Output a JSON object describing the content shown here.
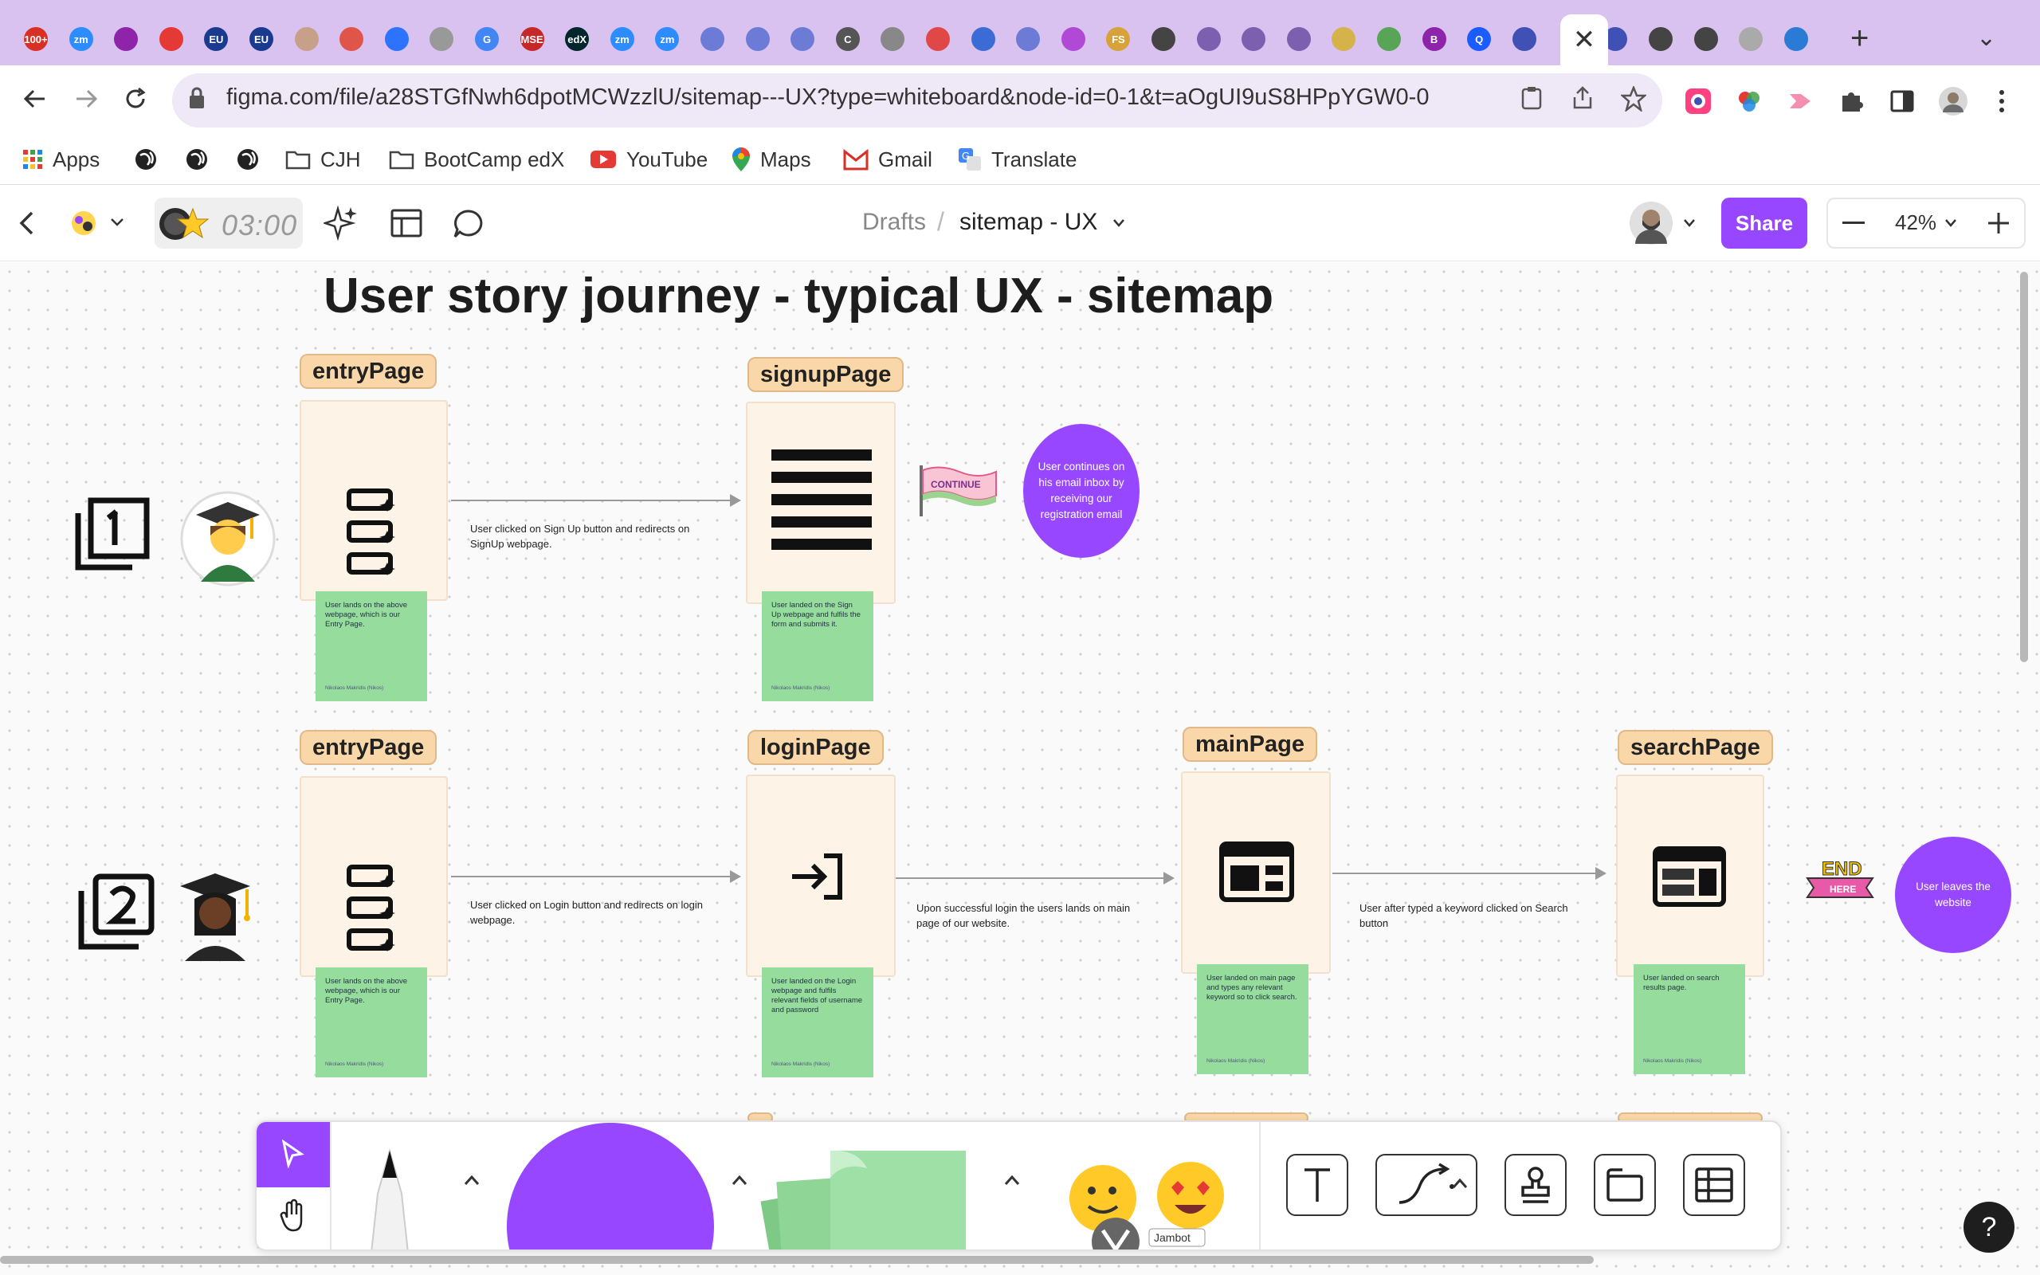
{
  "browser": {
    "active_tab_close": "✕",
    "new_tab": "+",
    "tab_search": "⌄",
    "tabs": [
      {
        "icon": "gmail-icon",
        "label": "100+",
        "color": "#d93025"
      },
      {
        "icon": "zoom-icon",
        "label": "zm",
        "color": "#2d8cff"
      },
      {
        "icon": "extension-icon",
        "label": "",
        "color": "#8e24aa"
      },
      {
        "icon": "settings-icon",
        "label": "",
        "color": "#e53935"
      },
      {
        "icon": "eu-icon",
        "label": "EU",
        "color": "#1a3a8f"
      },
      {
        "icon": "eu-icon",
        "label": "EU",
        "color": "#1a3a8f"
      },
      {
        "icon": "hands-icon",
        "label": "",
        "color": "#c7a08a"
      },
      {
        "icon": "calendar-icon",
        "label": "",
        "color": "#e0554a"
      },
      {
        "icon": "app-icon",
        "label": "",
        "color": "#2d73ff"
      },
      {
        "icon": "mail-icon",
        "label": "",
        "color": "#999999"
      },
      {
        "icon": "google-icon",
        "label": "G",
        "color": "#4285f4"
      },
      {
        "icon": "mse-icon",
        "label": "MSE",
        "color": "#c62828"
      },
      {
        "icon": "edx-icon",
        "label": "edX",
        "color": "#02262b"
      },
      {
        "icon": "zoom-icon",
        "label": "zm",
        "color": "#2d8cff"
      },
      {
        "icon": "zoom-icon",
        "label": "zm",
        "color": "#2d8cff"
      },
      {
        "icon": "chatgpt-icon",
        "label": "",
        "color": "#6c7cd6"
      },
      {
        "icon": "slack-icon",
        "label": "",
        "color": "#6c7cd6"
      },
      {
        "icon": "chatgpt-icon",
        "label": "",
        "color": "#6c7cd6"
      },
      {
        "icon": "c-icon",
        "label": "C",
        "color": "#555555"
      },
      {
        "icon": "g-icon",
        "label": "",
        "color": "#888888"
      },
      {
        "icon": "record-icon",
        "label": "",
        "color": "#e04848"
      },
      {
        "icon": "info-icon",
        "label": "",
        "color": "#3b6cd6"
      },
      {
        "icon": "chatgpt-icon",
        "label": "",
        "color": "#6c7cd6"
      },
      {
        "icon": "chatgpt-icon",
        "label": "",
        "color": "#b04ad6"
      },
      {
        "icon": "fs-icon",
        "label": "FS",
        "color": "#d8a23a"
      },
      {
        "icon": "db-icon",
        "label": "",
        "color": "#444444"
      },
      {
        "icon": "github-icon",
        "label": "",
        "color": "#7c5fae"
      },
      {
        "icon": "github-icon",
        "label": "",
        "color": "#7c5fae"
      },
      {
        "icon": "github-icon",
        "label": "",
        "color": "#7c5fae"
      },
      {
        "icon": "notes-icon",
        "label": "",
        "color": "#d6b24a"
      },
      {
        "icon": "circle-icon",
        "label": "",
        "color": "#58a558"
      },
      {
        "icon": "b-icon",
        "label": "B",
        "color": "#8e24aa"
      },
      {
        "icon": "q-icon",
        "label": "Q",
        "color": "#1a5cff"
      },
      {
        "icon": "q-icon",
        "label": "",
        "color": "#3f51b5"
      },
      {
        "icon": "q-icon",
        "label": "",
        "color": "#3f51b5"
      },
      {
        "icon": "chrome-icon",
        "label": "",
        "color": "#444444"
      },
      {
        "icon": "github-icon",
        "label": "",
        "color": "#444444"
      },
      {
        "icon": "user-icon",
        "label": "",
        "color": "#aaaaaa"
      },
      {
        "icon": "molecule-icon",
        "label": "",
        "color": "#2a7bd6"
      }
    ],
    "url": "figma.com/file/a28STGfNwh6dpotMCWzzlU/sitemap---UX?type=whiteboard&node-id=0-1&t=aOgUI9uS8HPpYGW0-0",
    "bookmarks": [
      {
        "icon": "apps-grid-icon",
        "label": "Apps"
      },
      {
        "icon": "globe-icon",
        "label": ""
      },
      {
        "icon": "globe-icon",
        "label": ""
      },
      {
        "icon": "globe-icon",
        "label": ""
      },
      {
        "icon": "folder-icon",
        "label": "CJH"
      },
      {
        "icon": "folder-icon",
        "label": "BootCamp edX"
      },
      {
        "icon": "youtube-icon",
        "label": "YouTube"
      },
      {
        "icon": "maps-icon",
        "label": "Maps"
      },
      {
        "icon": "gmail-icon",
        "label": "Gmail"
      },
      {
        "icon": "translate-icon",
        "label": "Translate"
      }
    ]
  },
  "figma": {
    "timer": "03:00",
    "breadcrumb": {
      "drafts": "Drafts",
      "separator": "/",
      "file": "sitemap - UX"
    },
    "share": "Share",
    "zoom": "42%",
    "accent": "#9747ff"
  },
  "board": {
    "title": "User story journey - typical UX - sitemap",
    "row1": {
      "pages": [
        "entryPage",
        "signupPage"
      ],
      "stickies": [
        {
          "text": "User lands on the above webpage, which is our Entry Page.",
          "author": "Nikolaos Makridis (Nikos)"
        },
        {
          "text": "User landed on the Sign Up webpage and fulfils the form and submits it.",
          "author": "Nikolaos Makridis (Nikos)"
        }
      ],
      "connector_note": "User clicked on Sign Up button and redirects on SignUp webpage.",
      "flag_text": "CONTINUE",
      "circle_text": "User continues on his email inbox by receiving our registration email"
    },
    "row2": {
      "pages": [
        "entryPage",
        "loginPage",
        "mainPage",
        "searchPage"
      ],
      "stickies": [
        {
          "text": "User lands on the above webpage, which is our Entry Page.",
          "author": "Nikolaos Makridis (Nikos)"
        },
        {
          "text": "User landed on the Login webpage and fulfils relevant fields of username and password",
          "author": "Nikolaos Makridis (Nikos)"
        },
        {
          "text": "User landed on main page and types any relevant keyword so to click search.",
          "author": "Nikolaos Makridis (Nikos)"
        },
        {
          "text": "User landed on search results page.",
          "author": "Nikolaos Makridis (Nikos)"
        }
      ],
      "connector_notes": [
        "User clicked on Login button and redirects on login webpage.",
        "Upon successful login the users lands on main page of our website.",
        "User after typed a keyword clicked on Search button"
      ],
      "end_badge_top": "END",
      "end_badge_bottom": "HERE",
      "circle_text": "User leaves the website"
    }
  },
  "bottom_toolbar": {
    "sticker_label": "Jambot",
    "help": "?"
  }
}
